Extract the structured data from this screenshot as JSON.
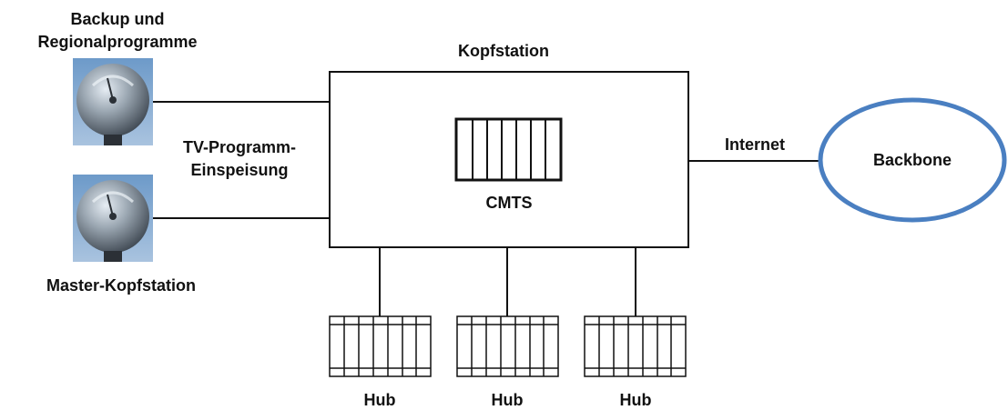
{
  "labels": {
    "backup_line1": "Backup und",
    "backup_line2": "Regionalprogramme",
    "master": "Master-Kopfstation",
    "tv_line1": "TV-Programm-",
    "tv_line2": "Einspeisung",
    "kopfstation": "Kopfstation",
    "cmts": "CMTS",
    "internet": "Internet",
    "backbone": "Backbone",
    "hubs": [
      "Hub",
      "Hub",
      "Hub"
    ]
  },
  "icons": {
    "dish": "satellite-dish-icon",
    "rack": "equipment-rack-icon"
  },
  "colors": {
    "line": "#111111",
    "backbone_outline": "#4a7fc1",
    "dish_sky": "#4e7fb4"
  }
}
